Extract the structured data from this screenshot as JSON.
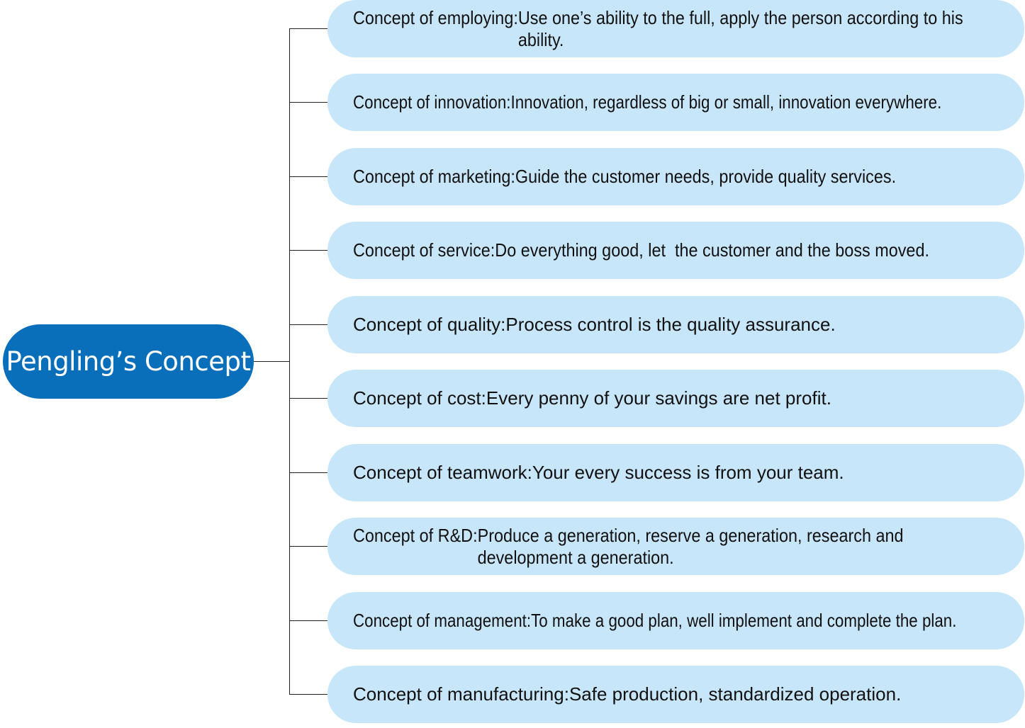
{
  "root": {
    "label": "Pengling’s Concept"
  },
  "branches": [
    {
      "label": "Concept of employing: ",
      "text": "Use one’s ability to the full, apply the person according to his ability."
    },
    {
      "label": "Concept of innovation: ",
      "text": "Innovation, regardless of big or small, innovation everywhere."
    },
    {
      "label": "Concept of marketing: ",
      "text": "Guide the customer needs, provide quality services."
    },
    {
      "label": "Concept of service: ",
      "text": "Do everything good, let  the customer and the boss moved."
    },
    {
      "label": "Concept of quality: ",
      "text": "Process control is the quality assurance."
    },
    {
      "label": "Concept of cost: ",
      "text": "Every penny of your savings are net profit."
    },
    {
      "label": "Concept of teamwork: ",
      "text": "Your every success is from your team."
    },
    {
      "label": "Concept of R&D: ",
      "text": "Produce a generation, reserve a generation, research and development a generation."
    },
    {
      "label": "Concept of management: ",
      "text": "To make a good plan, well implement and complete the plan."
    },
    {
      "label": "Concept of manufacturing: ",
      "text": "Safe production, standardized operation."
    }
  ],
  "colors": {
    "root_fill": "#0a6fbb",
    "branch_fill": "#c8e6f9",
    "connector": "#222222"
  }
}
